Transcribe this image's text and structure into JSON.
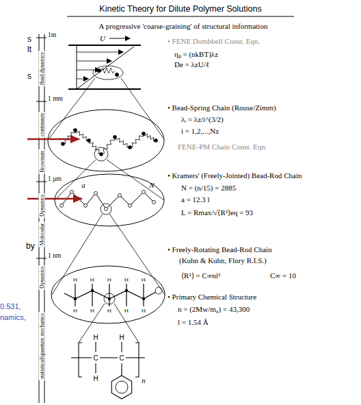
{
  "diagram": {
    "title": "Kinetic Theory for Dilute Polymer Solutions",
    "labels": [
      "s",
      "lt",
      "s",
      "by",
      "0.531,",
      "namics,",
      "A progressive 'coarse-graining' of structural information",
      "1m",
      "1 mm",
      "1 µm",
      "1 nm",
      "fluid dynamics",
      "continuum",
      "Brownian",
      "Dynamics",
      "Molecular",
      "Dynamics",
      "statistical/quantum mechanics",
      "U",
      "a",
      "N",
      "H",
      "H",
      "H",
      "H",
      "H",
      "H",
      "H",
      "H",
      "H",
      "H",
      "H",
      "H",
      "C",
      "C",
      "H",
      "n",
      "• FENE Dumbbell Const. Eqn.",
      "ηₚ = (nkBT)λz",
      "De = λzU/ℓ",
      "• Bead-Spring Chain (Rouse/Zimm)",
      "λᵢ = λz/i^(3/2)",
      "i = 1,2,...,Nz",
      "FENE-PM Chain Const. Eqn.",
      "• Kramers' (Freely-Jointed) Bead-Rod Chain",
      "N = (n/15) = 2885",
      "a = 12.3 l",
      "L = Rmax/√⟨R²⟩eq = 93",
      "• Freely-Rotating Bead-Rod Chain",
      "(Kuhn & Kuhn, Flory R.I.S.)",
      "⟨R²⟩ = C∞nl²",
      "C∞ = 10",
      "• Primary Chemical Structure",
      "n = (2Mw/m₀) = 43,300",
      "l = 1.54 Å"
    ]
  }
}
